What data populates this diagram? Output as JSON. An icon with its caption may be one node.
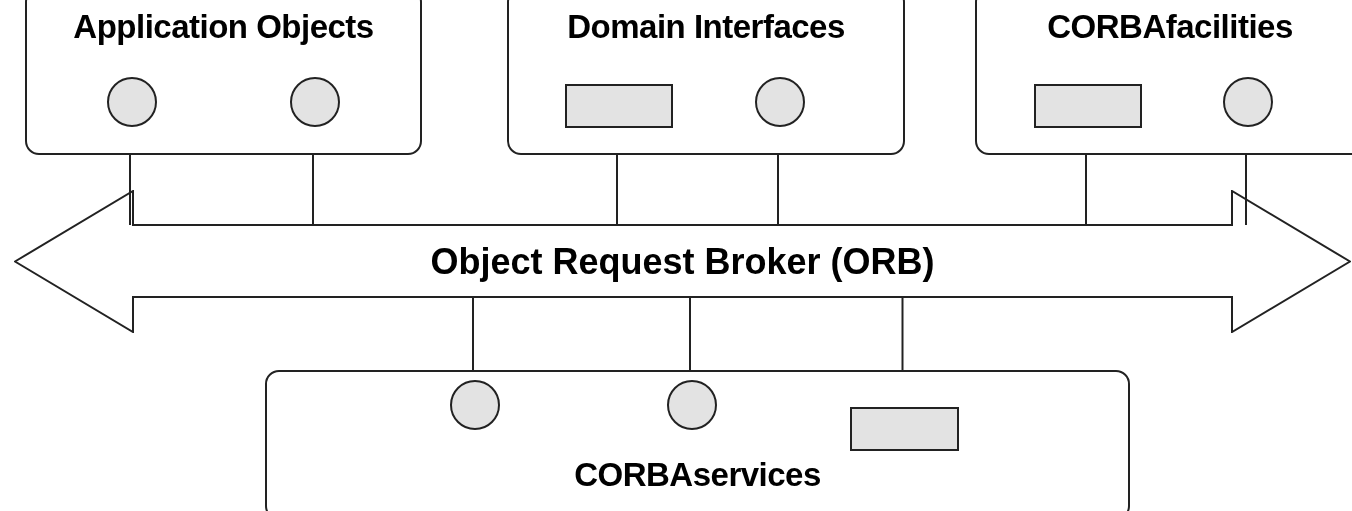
{
  "diagram": {
    "nodes": [
      {
        "text": [
          "Application Objects"
        ]
      },
      {
        "text": [],
        "shape": "circle",
        "in": 0
      },
      {
        "text": [],
        "shape": "circle",
        "in": 0
      },
      {
        "text": [
          "Domain Interfaces"
        ]
      },
      {
        "text": [],
        "shape": "box",
        "in": 3
      },
      {
        "text": [],
        "shape": "circle",
        "in": 3
      },
      {
        "text": [
          "CORBAfacilities"
        ]
      },
      {
        "text": [],
        "shape": "box",
        "in": 6
      },
      {
        "text": [],
        "shape": "circle",
        "in": 6
      },
      {
        "text": [
          "Object Request Broker (ORB)"
        ]
      },
      {
        "text": [
          "CORBAservices"
        ]
      },
      {
        "text": [],
        "shape": "circle",
        "in": 10
      },
      {
        "text": [],
        "shape": "circle",
        "in": 10
      },
      {
        "text": [],
        "shape": "box",
        "in": 10
      }
    ],
    "edges": [
      {
        "from": 1,
        "to": 9,
        "arrow": "none"
      },
      {
        "from": 2,
        "to": 9,
        "arrow": "none"
      },
      {
        "from": 4,
        "to": 9,
        "arrow": "none"
      },
      {
        "from": 5,
        "to": 9,
        "arrow": "none"
      },
      {
        "from": 7,
        "to": 9,
        "arrow": "none"
      },
      {
        "from": 8,
        "to": 9,
        "arrow": "none"
      },
      {
        "from": 9,
        "to": 11,
        "arrow": "none"
      },
      {
        "from": 9,
        "to": 12,
        "arrow": "none"
      },
      {
        "from": 9,
        "to": 13,
        "arrow": "none"
      }
    ]
  }
}
